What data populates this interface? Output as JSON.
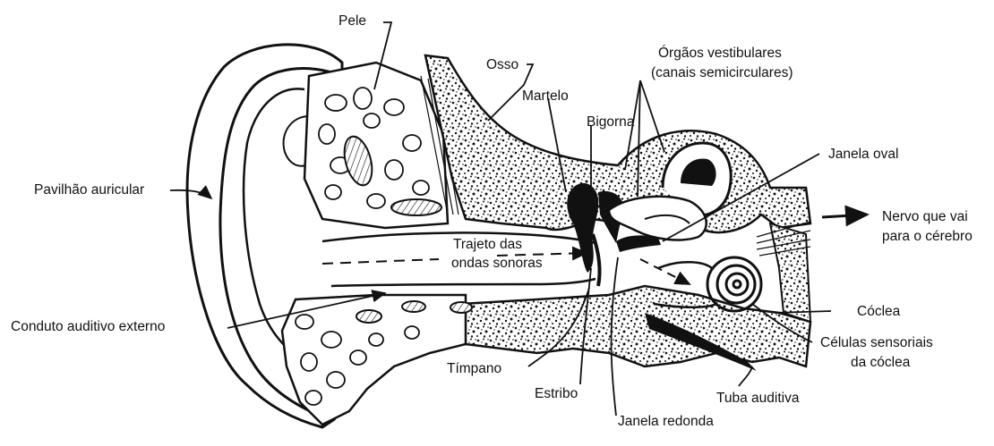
{
  "labels": {
    "pele": "Pele",
    "osso": "Osso",
    "orgaos_l1": "Órgãos vestibulares",
    "orgaos_l2": "(canais semicirculares)",
    "martelo": "Martelo",
    "bigorna": "Bigorna",
    "janela_oval": "Janela oval",
    "pavilhao": "Pavilhão auricular",
    "nervo_l1": "Nervo que vai",
    "nervo_l2": "para o cérebro",
    "trajeto_l1": "Trajeto das",
    "trajeto_l2": "ondas sonoras",
    "coclea": "Cóclea",
    "conduto": "Conduto auditivo externo",
    "celulas_l1": "Células sensoriais",
    "celulas_l2": "da cóclea",
    "timpano": "Tímpano",
    "estribo": "Estribo",
    "tuba": "Tuba auditiva",
    "janela_redonda": "Janela redonda"
  },
  "colors": {
    "ink": "#111111",
    "paper": "#ffffff"
  }
}
